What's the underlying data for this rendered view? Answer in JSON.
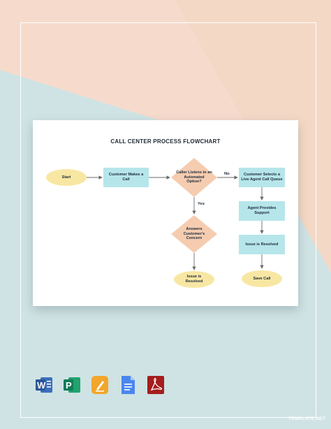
{
  "diagram": {
    "title": "CALL CENTER PROCESS FLOWCHART",
    "nodes": {
      "start": "Start",
      "makes_call": "Customer Makes a Call",
      "listens": "Caller Listens to an Automated Option?",
      "selects_queue": "Customer Selects a Live Agent Call Queue",
      "agent_support": "Agent Provides Support",
      "resolved_right": "Issue is Resolved",
      "save_call": "Save Call",
      "answers": "Answers Customer's Concern",
      "resolved_left": "Issue is Resolved"
    },
    "edge_labels": {
      "no": "No",
      "yes": "Yes"
    },
    "colors": {
      "terminal": "#f8e7a3",
      "process": "#b6e6ea",
      "decision": "#f5ccb0",
      "arrow": "#6b6b6b"
    }
  },
  "apps": [
    {
      "name": "word-icon",
      "letter": "W",
      "color": "#2b5797"
    },
    {
      "name": "publisher-icon",
      "letter": "P",
      "color": "#117c59"
    },
    {
      "name": "pages-icon",
      "letter": "",
      "color": "#f2a62b"
    },
    {
      "name": "google-docs-icon",
      "letter": "",
      "color": "#4a86f0"
    },
    {
      "name": "pdf-icon",
      "letter": "",
      "color": "#a51d1d"
    }
  ],
  "watermark": "TEMPLATE.NET"
}
